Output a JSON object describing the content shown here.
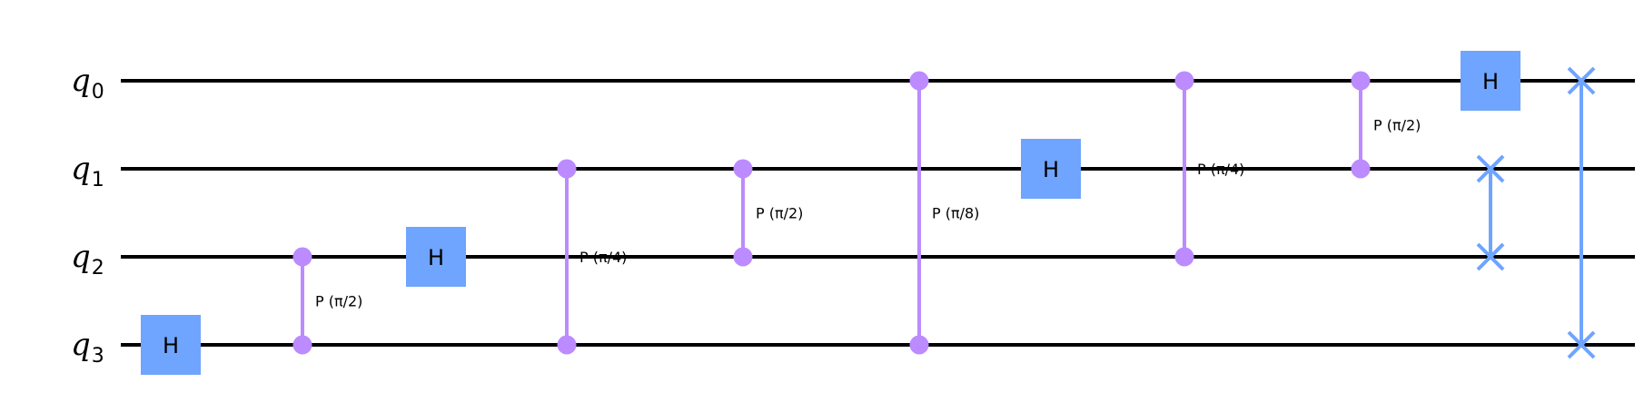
{
  "colors": {
    "wire": "#000000",
    "hadamard": "#6fa4ff",
    "phase": "#bb8bff",
    "swap": "#6fa4ff",
    "text": "#000000"
  },
  "qubits": [
    {
      "name": "q",
      "index": "0"
    },
    {
      "name": "q",
      "index": "1"
    },
    {
      "name": "q",
      "index": "2"
    },
    {
      "name": "q",
      "index": "3"
    }
  ],
  "gates": [
    {
      "type": "H",
      "label": "H",
      "qubit": 3,
      "column": 0
    },
    {
      "type": "CP",
      "label": "P (π/2)",
      "qubits": [
        2,
        3
      ],
      "column": 1
    },
    {
      "type": "H",
      "label": "H",
      "qubit": 2,
      "column": 2
    },
    {
      "type": "CP",
      "label": "P (π/4)",
      "qubits": [
        1,
        3
      ],
      "column": 3
    },
    {
      "type": "CP",
      "label": "P (π/2)",
      "qubits": [
        1,
        2
      ],
      "column": 4
    },
    {
      "type": "CP",
      "label": "P (π/8)",
      "qubits": [
        0,
        3
      ],
      "column": 5
    },
    {
      "type": "H",
      "label": "H",
      "qubit": 1,
      "column": 6
    },
    {
      "type": "CP",
      "label": "P (π/4)",
      "qubits": [
        0,
        2
      ],
      "column": 7
    },
    {
      "type": "CP",
      "label": "P (π/2)",
      "qubits": [
        0,
        1
      ],
      "column": 8
    },
    {
      "type": "H",
      "label": "H",
      "qubit": 0,
      "column": 9
    },
    {
      "type": "SWAP",
      "qubits": [
        1,
        2
      ],
      "column": 9
    },
    {
      "type": "SWAP",
      "qubits": [
        0,
        3
      ],
      "column": 10
    }
  ]
}
